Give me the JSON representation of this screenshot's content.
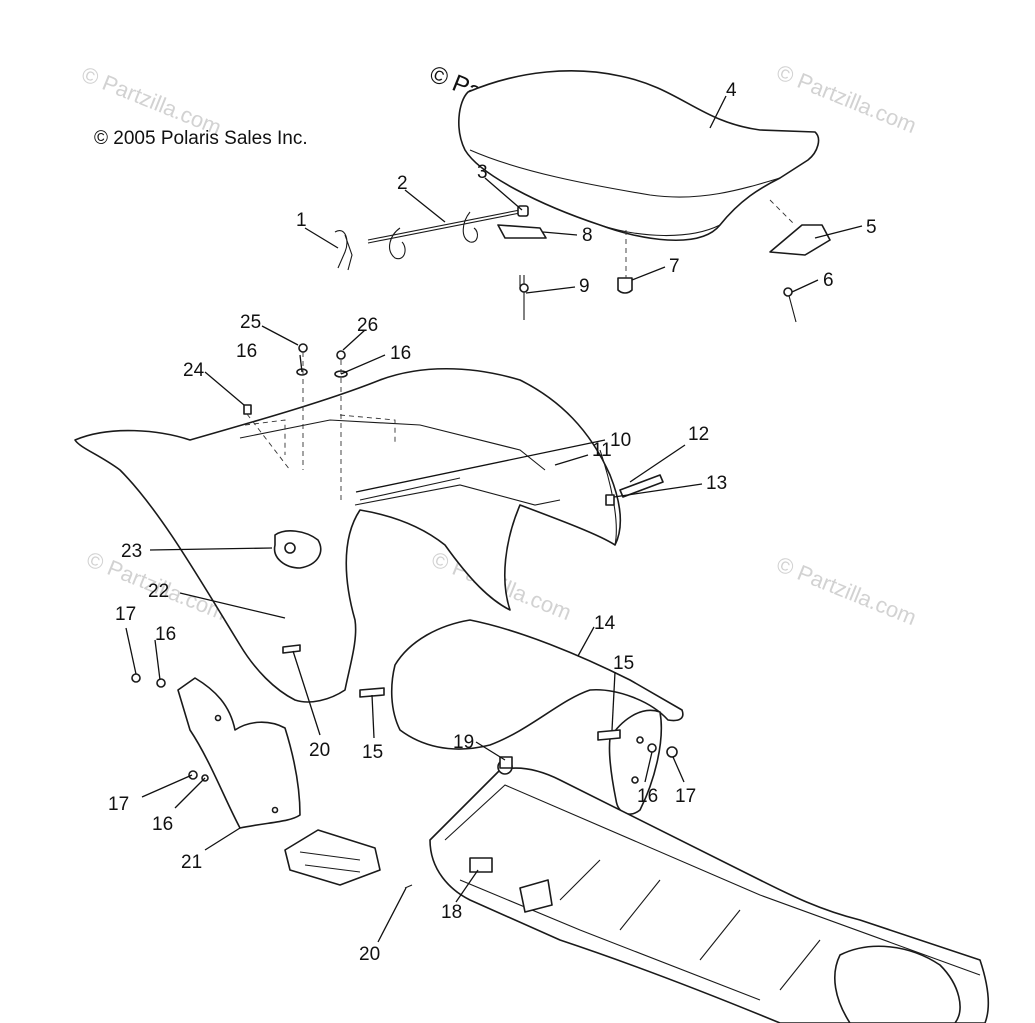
{
  "copyright": "© 2005 Polaris Sales Inc.",
  "watermark_primary": "© Partzilla.com",
  "watermark_faint": "© Partzilla.com",
  "callouts": [
    "1",
    "2",
    "3",
    "4",
    "5",
    "6",
    "7",
    "8",
    "9",
    "10",
    "11",
    "12",
    "13",
    "14",
    "15",
    "15",
    "16",
    "16",
    "16",
    "16",
    "16",
    "17",
    "17",
    "17",
    "18",
    "19",
    "20",
    "20",
    "21",
    "22",
    "23",
    "24",
    "25",
    "26"
  ],
  "colors": {
    "line": "#1a1a1a",
    "watermark": "#d2d2d2"
  }
}
